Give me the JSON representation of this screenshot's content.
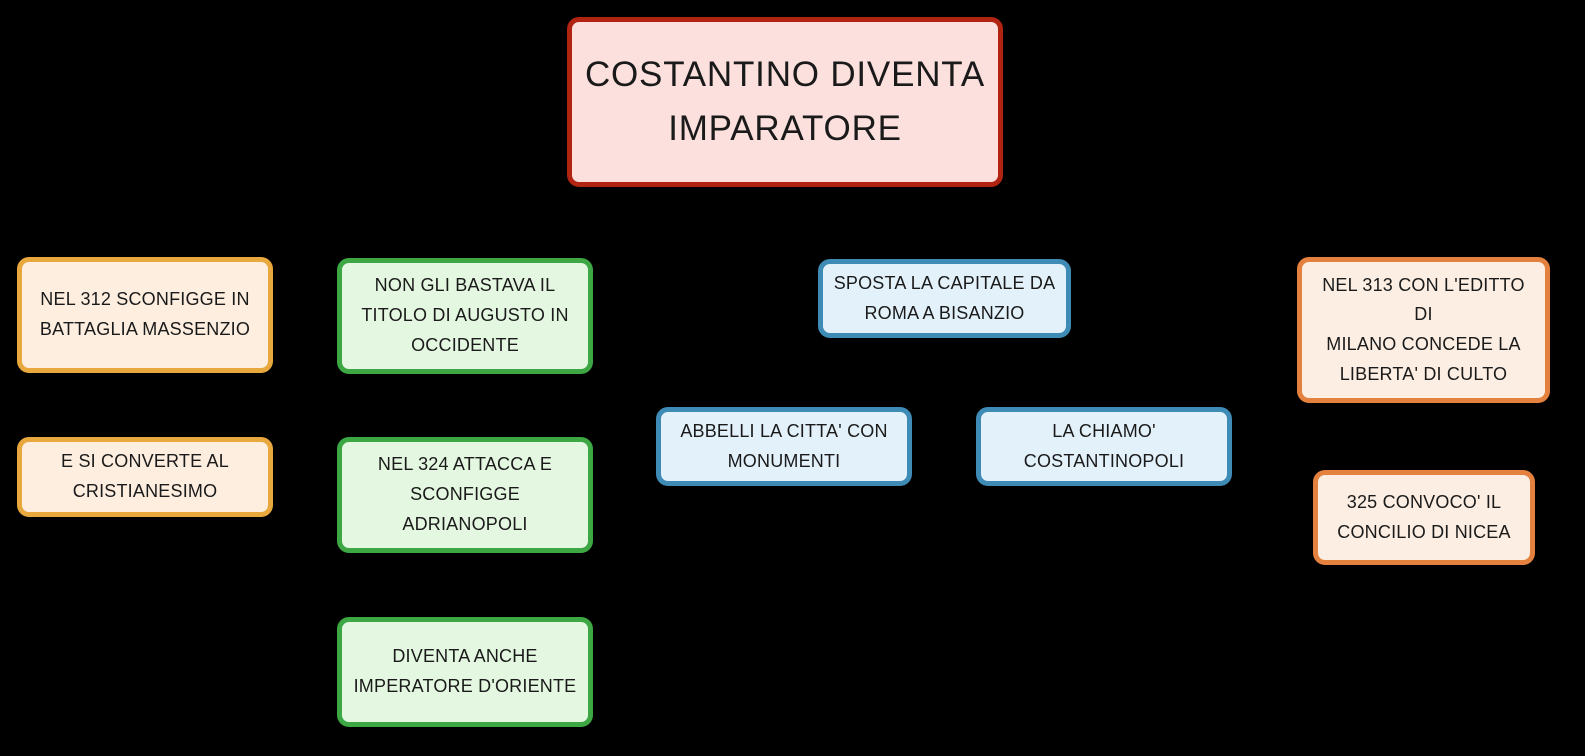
{
  "diagram": {
    "type": "concept-map",
    "title": "COSTANTINO DIVENTA IMPARATORE",
    "background_color": "#000000",
    "text_color": "#1a1a1a",
    "palette": {
      "root_border": "#b02411",
      "root_fill": "#fce0dd",
      "amber_border": "#e9a83e",
      "amber_fill": "#fdeee0",
      "green_border": "#3da744",
      "green_fill": "#e4f8e1",
      "blue_border": "#3e8cb5",
      "blue_fill": "#e3f1fb",
      "orange_border": "#e4813e",
      "orange_fill": "#fceee3"
    },
    "nodes": {
      "root": {
        "text": "COSTANTINO DIVENTA\nIMPARATORE",
        "color": "red"
      },
      "sconfigge_massenzio": {
        "text": "NEL 312 SCONFIGGE IN\nBATTAGLIA MASSENZIO",
        "color": "amber"
      },
      "converte_cristianesimo": {
        "text": "E SI CONVERTE AL\nCRISTIANESIMO",
        "color": "amber"
      },
      "titolo_augusto": {
        "text": "NON GLI BASTAVA IL\nTITOLO DI AUGUSTO IN\nOCCIDENTE",
        "color": "green"
      },
      "attacca_adrianopoli": {
        "text": "NEL 324 ATTACCA E\nSCONFIGGE\nADRIANOPOLI",
        "color": "green"
      },
      "imperatore_oriente": {
        "text": "DIVENTA ANCHE\nIMPERATORE D'ORIENTE",
        "color": "green"
      },
      "sposta_capitale": {
        "text": "SPOSTA LA CAPITALE DA\nROMA A BISANZIO",
        "color": "blue"
      },
      "abbelli_citta": {
        "text": "ABBELLI LA CITTA' CON\nMONUMENTI",
        "color": "blue"
      },
      "chiamo_costantinopoli": {
        "text": "LA CHIAMO'\nCOSTANTINOPOLI",
        "color": "blue"
      },
      "editto_milano": {
        "text": "NEL 313 CON L'EDITTO DI\nMILANO CONCEDE LA\nLIBERTA' DI CULTO",
        "color": "orange"
      },
      "concilio_nicea": {
        "text": "325 CONVOCO' IL\nCONCILIO DI NICEA",
        "color": "orange"
      }
    }
  }
}
